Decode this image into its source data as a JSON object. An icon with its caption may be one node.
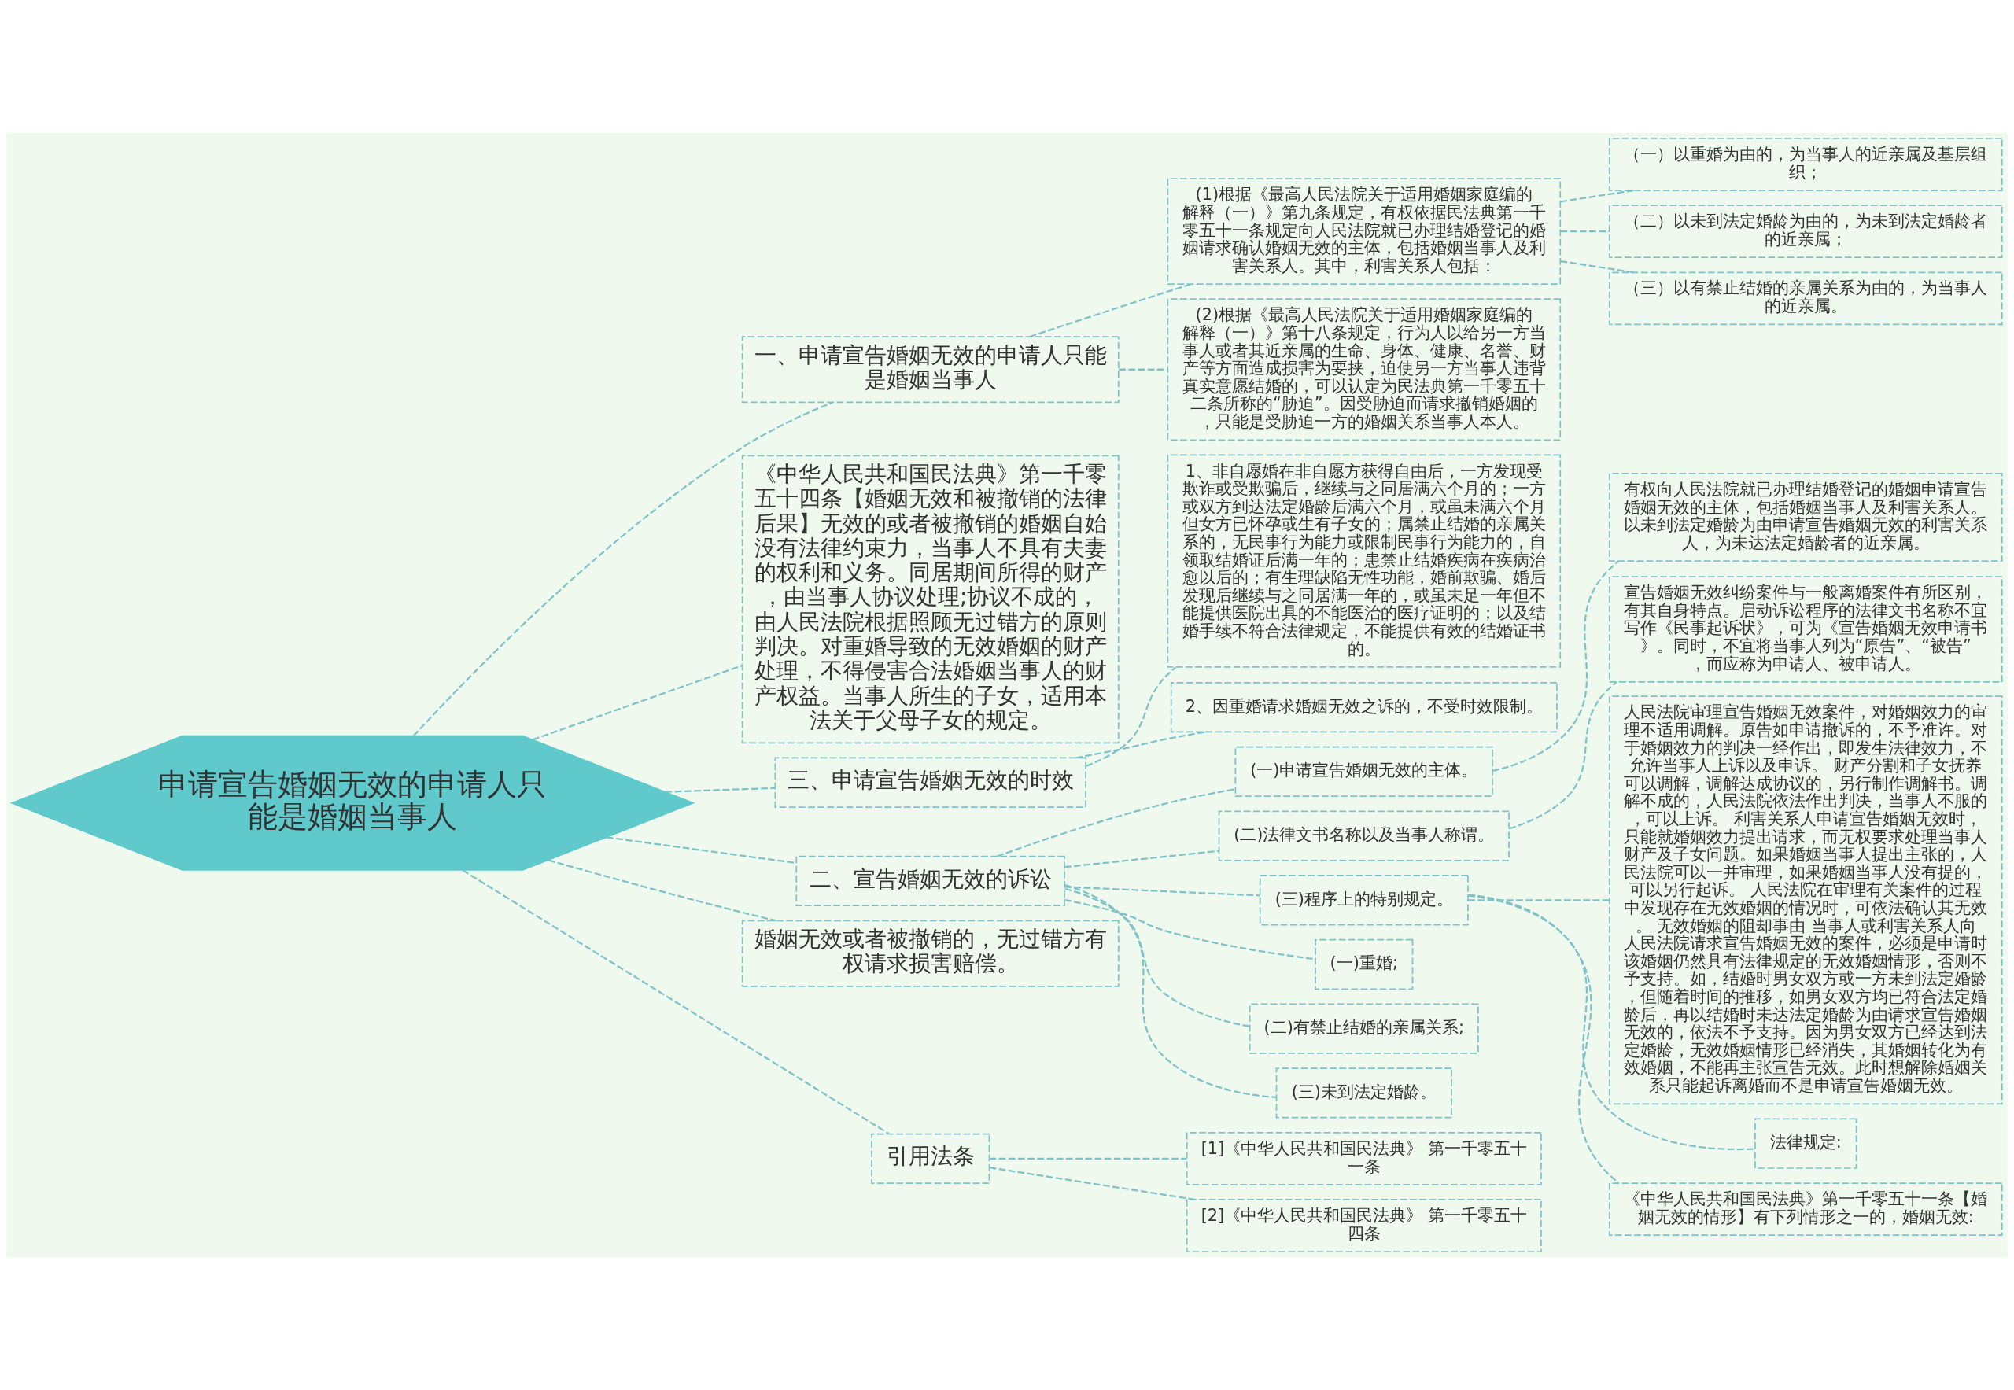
{
  "diagram": {
    "nodes": [
      {
        "text": [
          "申请宣告婚姻无效的申请人只能是婚姻当事人"
        ]
      },
      {
        "text": [
          "一、申请宣告婚姻无效的申请人只能是婚姻当事人"
        ]
      },
      {
        "text": [
          "(1)根据《最高人民法院关于适用婚姻家庭编的解释（一）》第九条规定，有权依据民法典第一千零五十一条规定向人民法院就已办理结婚登记的婚姻请求确认婚姻无效的主体，包括婚姻当事人及利害关系人。其中，利害关系人包括："
        ]
      },
      {
        "text": [
          "（一）以重婚为由的，为当事人的近亲属及基层组织；"
        ]
      },
      {
        "text": [
          "（二）以未到法定婚龄为由的，为未到法定婚龄者的近亲属；"
        ]
      },
      {
        "text": [
          "（三）以有禁止结婚的亲属关系为由的，为当事人的近亲属。"
        ]
      },
      {
        "text": [
          "(2)根据《最高人民法院关于适用婚姻家庭编的解释（一）》第十八条规定，行为人以给另一方当事人或者其近亲属的生命、身体、健康、名誉、财产等方面造成损害为要挟，迫使另一方当事人违背真实意愿结婚的，可以认定为民法典第一千零五十二条所称的“胁迫”。因受胁迫而请求撤销婚姻的，只能是受胁迫一方的婚姻关系当事人本人。"
        ]
      },
      {
        "text": [
          "《中华人民共和国民法典》第一千零五十四条【婚姻无效和被撤销的法律后果】无效的或者被撤销的婚姻自始没有法律约束力，当事人不具有夫妻的权利和义务。同居期间所得的财产，由当事人协议处理;协议不成的，由人民法院根据照顾无过错方的原则判决。对重婚导致的无效婚姻的财产处理，不得侵害合法婚姻当事人的财产权益。当事人所生的子女，适用本法关于父母子女的规定。"
        ]
      },
      {
        "text": [
          "三、申请宣告婚姻无效的时效"
        ]
      },
      {
        "text": [
          "1、非自愿婚在非自愿方获得自由后，一方发现受欺诈或受欺骗后，继续与之同居满六个月的；一方或双方到达法定婚龄后满六个月，或虽未满六个月但女方已怀孕或生有子女的；属禁止结婚的亲属关系的，无民事行为能力或限制民事行为能力的，自领取结婚证后满一年的；患禁止结婚疾病在疾病治愈以后的；有生理缺陷无性功能，婚前欺骗、婚后发现后继续与之同居满一年的，或虽未足一年但不能提供医院出具的不能医治的医疗证明的；以及结婚手续不符合法律规定，不能提供有效的结婚证书的。"
        ]
      },
      {
        "text": [
          "2、因重婚请求婚姻无效之诉的，不受时效限制。"
        ]
      },
      {
        "text": [
          "二、宣告婚姻无效的诉讼"
        ]
      },
      {
        "text": [
          "(一)申请宣告婚姻无效的主体。"
        ]
      },
      {
        "text": [
          "有权向人民法院就已办理结婚登记的婚姻申请宣告婚姻无效的主体，包括婚姻当事人及利害关系人。以未到法定婚龄为由申请宣告婚姻无效的利害关系人，为未达法定婚龄者的近亲属。"
        ]
      },
      {
        "text": [
          "(二)法律文书名称以及当事人称谓。"
        ]
      },
      {
        "text": [
          "宣告婚姻无效纠纷案件与一般离婚案件有所区别，有其自身特点。启动诉讼程序的法律文书名称不宜写作《民事起诉状》，可为《宣告婚姻无效申请书》。同时，不宜将当事人列为“原告”、“被告”，而应称为申请人、被申请人。"
        ]
      },
      {
        "text": [
          "(三)程序上的特别规定。"
        ]
      },
      {
        "text": [
          "人民法院审理宣告婚姻无效案件，对婚姻效力的审理不适用调解。原告如申请撤诉的，不予准许。对于婚姻效力的判决一经作出，即发生法律效力，不允许当事人上诉以及申诉。 财产分割和子女抚养可以调解，调解达成协议的，另行制作调解书。调解不成的，人民法院依法作出判决，当事人不服的，可以上诉。 利害关系人申请宣告婚姻无效时，只能就婚姻效力提出请求，而无权要求处理当事人财产及子女问题。如果婚姻当事人提出主张的，人民法院可以一并审理，如果婚姻当事人没有提的，可以另行起诉。 人民法院在审理有关案件的过程中发现存在无效婚姻的情况时，可依法确认其无效。 无效婚姻的阻却事由 当事人或利害关系人向人民法院请求宣告婚姻无效的案件，必须是申请时该婚姻仍然具有法律规定的无效婚姻情形，否则不予支持。如，结婚时男女双方或一方未到法定婚龄，但随着时间的推移，如男女双方均已符合法定婚龄后，再以结婚时未达法定婚龄为由请求宣告婚姻无效的，依法不予支持。因为男女双方已经达到法定婚龄，无效婚姻情形已经消失，其婚姻转化为有效婚姻，不能再主张宣告无效。此时想解除婚姻关系只能起诉离婚而不是申请宣告婚姻无效。"
        ]
      },
      {
        "text": [
          "法律规定:"
        ]
      },
      {
        "text": [
          "《中华人民共和国民法典》第一千零五十一条【婚姻无效的情形】有下列情形之一的，婚姻无效:"
        ]
      },
      {
        "text": [
          "(一)重婚;"
        ]
      },
      {
        "text": [
          "(二)有禁止结婚的亲属关系;"
        ]
      },
      {
        "text": [
          "(三)未到法定婚龄。"
        ]
      },
      {
        "text": [
          "婚姻无效或者被撤销的，无过错方有权请求损害赔偿。"
        ]
      },
      {
        "text": [
          "引用法条"
        ]
      },
      {
        "text": [
          "[1]《中华人民共和国民法典》 第一千零五十一条"
        ]
      },
      {
        "text": [
          "[2]《中华人民共和国民法典》 第一千零五十四条"
        ]
      }
    ],
    "edges": [
      {
        "from": 0,
        "to": 1,
        "arrow": "none"
      },
      {
        "from": 1,
        "to": 2,
        "arrow": "none"
      },
      {
        "from": 2,
        "to": 3,
        "arrow": "none"
      },
      {
        "from": 2,
        "to": 4,
        "arrow": "none"
      },
      {
        "from": 2,
        "to": 5,
        "arrow": "none"
      },
      {
        "from": 1,
        "to": 6,
        "arrow": "none"
      },
      {
        "from": 0,
        "to": 7,
        "arrow": "none"
      },
      {
        "from": 0,
        "to": 8,
        "arrow": "none"
      },
      {
        "from": 8,
        "to": 9,
        "arrow": "none"
      },
      {
        "from": 8,
        "to": 10,
        "arrow": "none"
      },
      {
        "from": 0,
        "to": 11,
        "arrow": "none"
      },
      {
        "from": 11,
        "to": 12,
        "arrow": "none"
      },
      {
        "from": 12,
        "to": 13,
        "arrow": "none"
      },
      {
        "from": 11,
        "to": 14,
        "arrow": "none"
      },
      {
        "from": 14,
        "to": 15,
        "arrow": "none"
      },
      {
        "from": 11,
        "to": 16,
        "arrow": "none"
      },
      {
        "from": 16,
        "to": 17,
        "arrow": "none"
      },
      {
        "from": 16,
        "to": 18,
        "arrow": "none"
      },
      {
        "from": 16,
        "to": 19,
        "arrow": "none"
      },
      {
        "from": 11,
        "to": 20,
        "arrow": "none"
      },
      {
        "from": 11,
        "to": 21,
        "arrow": "none"
      },
      {
        "from": 11,
        "to": 22,
        "arrow": "none"
      },
      {
        "from": 0,
        "to": 23,
        "arrow": "none"
      },
      {
        "from": 0,
        "to": 24,
        "arrow": "none"
      },
      {
        "from": 24,
        "to": 25,
        "arrow": "none"
      },
      {
        "from": 24,
        "to": 26,
        "arrow": "none"
      }
    ]
  }
}
